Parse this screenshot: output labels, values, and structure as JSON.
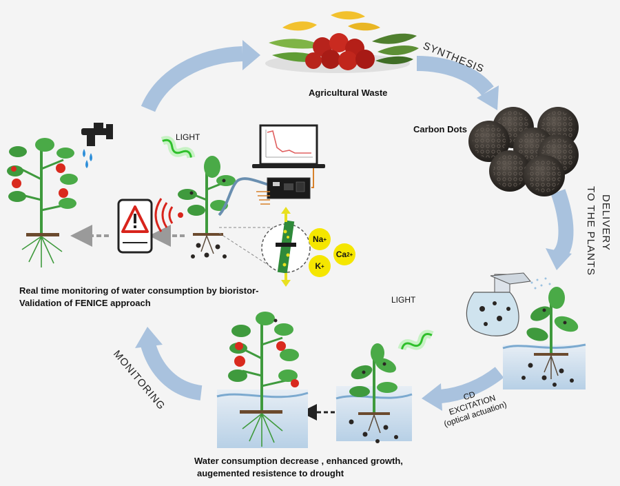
{
  "labels": {
    "agricultural_waste": "Agricultural Waste",
    "synthesis": "SYNTHESIS",
    "carbon_dots": "Carbon Dots",
    "delivery_line1": "DELIVERY",
    "delivery_line2": "TO THE PLANTS",
    "light_top": "LIGHT",
    "light_bottom": "LIGHT",
    "cd_excitation_line1": "CD",
    "cd_excitation_line2": "EXCITATION",
    "cd_excitation_line3": "(optical actuation)",
    "monitoring": "MONITORING",
    "realtime_line1": "Real time monitoring of water consumption by bioristor-",
    "realtime_line2": "Validation of FENICE approach",
    "bottom_line1": "Water consumption decrease , enhanced growth,",
    "bottom_line2": "augemented resistence to drought"
  },
  "ions": {
    "na": "Na",
    "na_charge": "+",
    "ca": "Ca",
    "ca_charge": "2+",
    "k": "K",
    "k_charge": "+"
  },
  "colors": {
    "arrow": "#a9c2de",
    "leaf": "#3f9a3d",
    "tomato": "#d92a1e",
    "carbon_dot": "#2a2623",
    "light_wave": "#3fd93a",
    "water": "#9cc2e0",
    "ion": "#f5e600",
    "alert": "#d8241c"
  }
}
